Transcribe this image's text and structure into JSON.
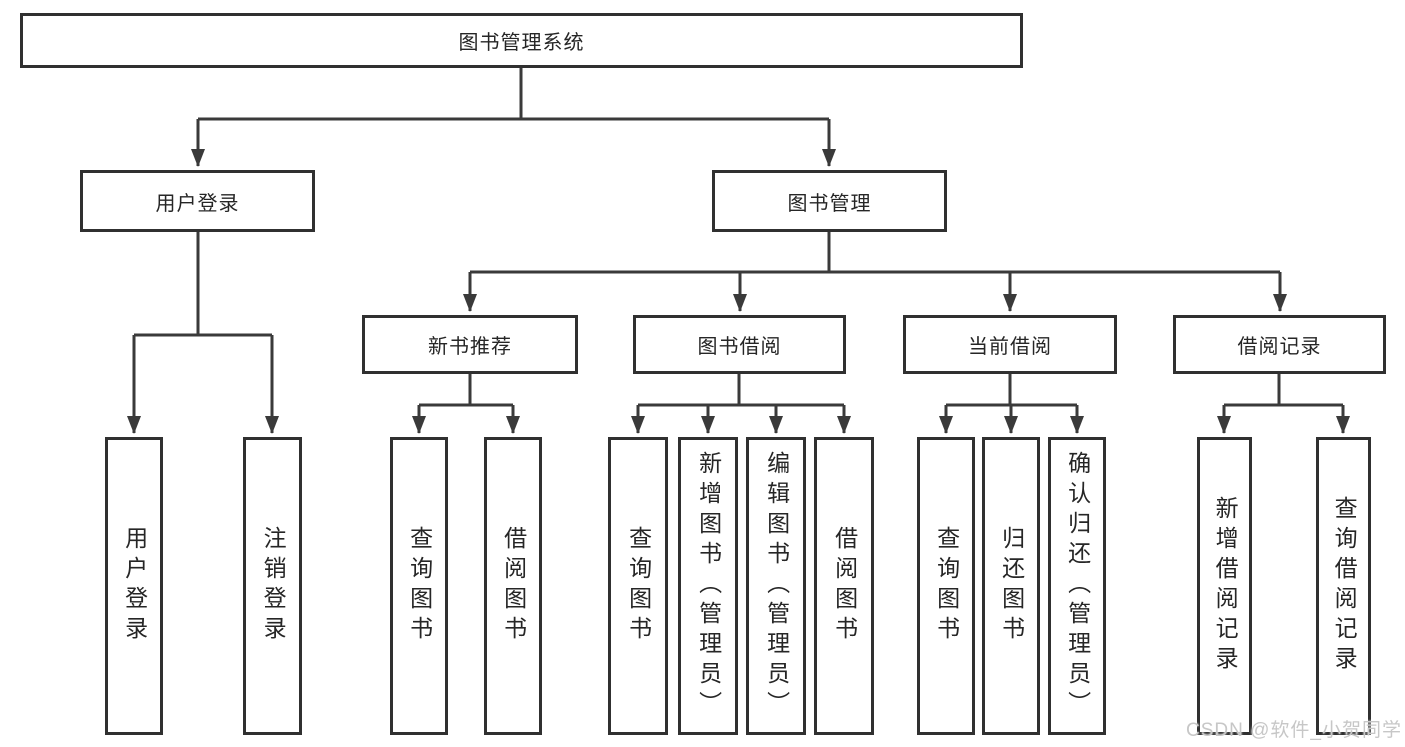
{
  "tree": {
    "root": {
      "label": "图书管理系统"
    },
    "branches": [
      {
        "label": "用户登录",
        "children": [
          {
            "label": "用户登录"
          },
          {
            "label": "注销登录"
          }
        ]
      },
      {
        "label": "图书管理",
        "children": [
          {
            "label": "新书推荐",
            "children": [
              {
                "label": "查询图书"
              },
              {
                "label": "借阅图书"
              }
            ]
          },
          {
            "label": "图书借阅",
            "children": [
              {
                "label": "查询图书"
              },
              {
                "label": "新增图书（管理员）"
              },
              {
                "label": "编辑图书（管理员）"
              },
              {
                "label": "借阅图书"
              }
            ]
          },
          {
            "label": "当前借阅",
            "children": [
              {
                "label": "查询图书"
              },
              {
                "label": "归还图书"
              },
              {
                "label": "确认归还（管理员）"
              }
            ]
          },
          {
            "label": "借阅记录",
            "children": [
              {
                "label": "新增借阅记录"
              },
              {
                "label": "查询借阅记录"
              }
            ]
          }
        ]
      }
    ]
  },
  "watermark": {
    "text": "CSDN @软件_小贺同学"
  },
  "colors": {
    "box_border": "#303030",
    "connector_line": "#3a3a3a",
    "text": "#262626",
    "watermark_text": "#c7c7c7",
    "background": "#ffffff"
  }
}
